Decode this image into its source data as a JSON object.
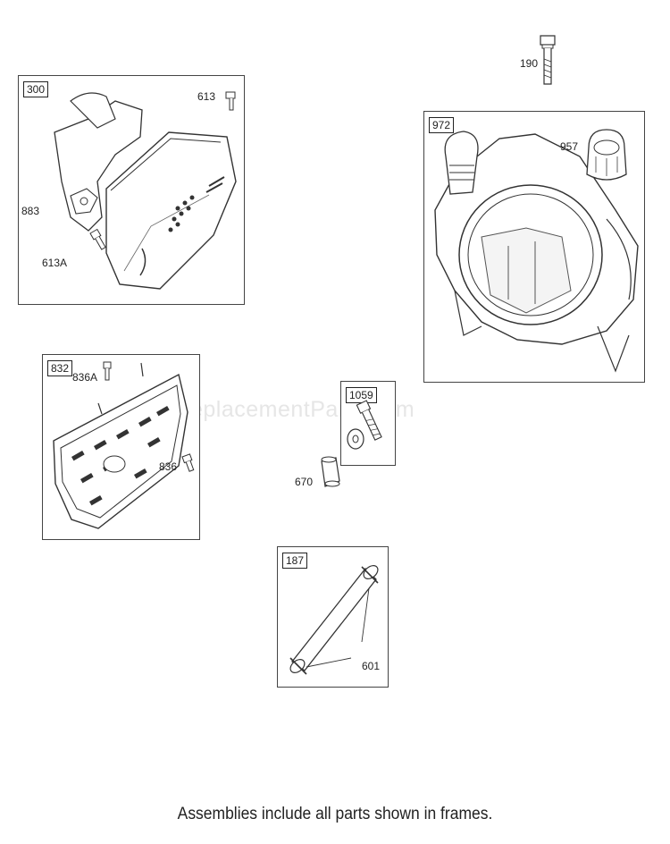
{
  "watermark": "eReplacementParts.com",
  "caption": "Assemblies include all parts shown in frames.",
  "assemblies": {
    "a300": {
      "number": "300",
      "parts": [
        "613",
        "883",
        "613A"
      ]
    },
    "a972": {
      "number": "972",
      "parts": [
        "957"
      ]
    },
    "a832": {
      "number": "832",
      "parts": [
        "836A",
        "836"
      ]
    },
    "a1059": {
      "number": "1059",
      "parts": []
    },
    "a187": {
      "number": "187",
      "parts": [
        "601"
      ]
    }
  },
  "loose_parts": [
    "190",
    "670"
  ]
}
